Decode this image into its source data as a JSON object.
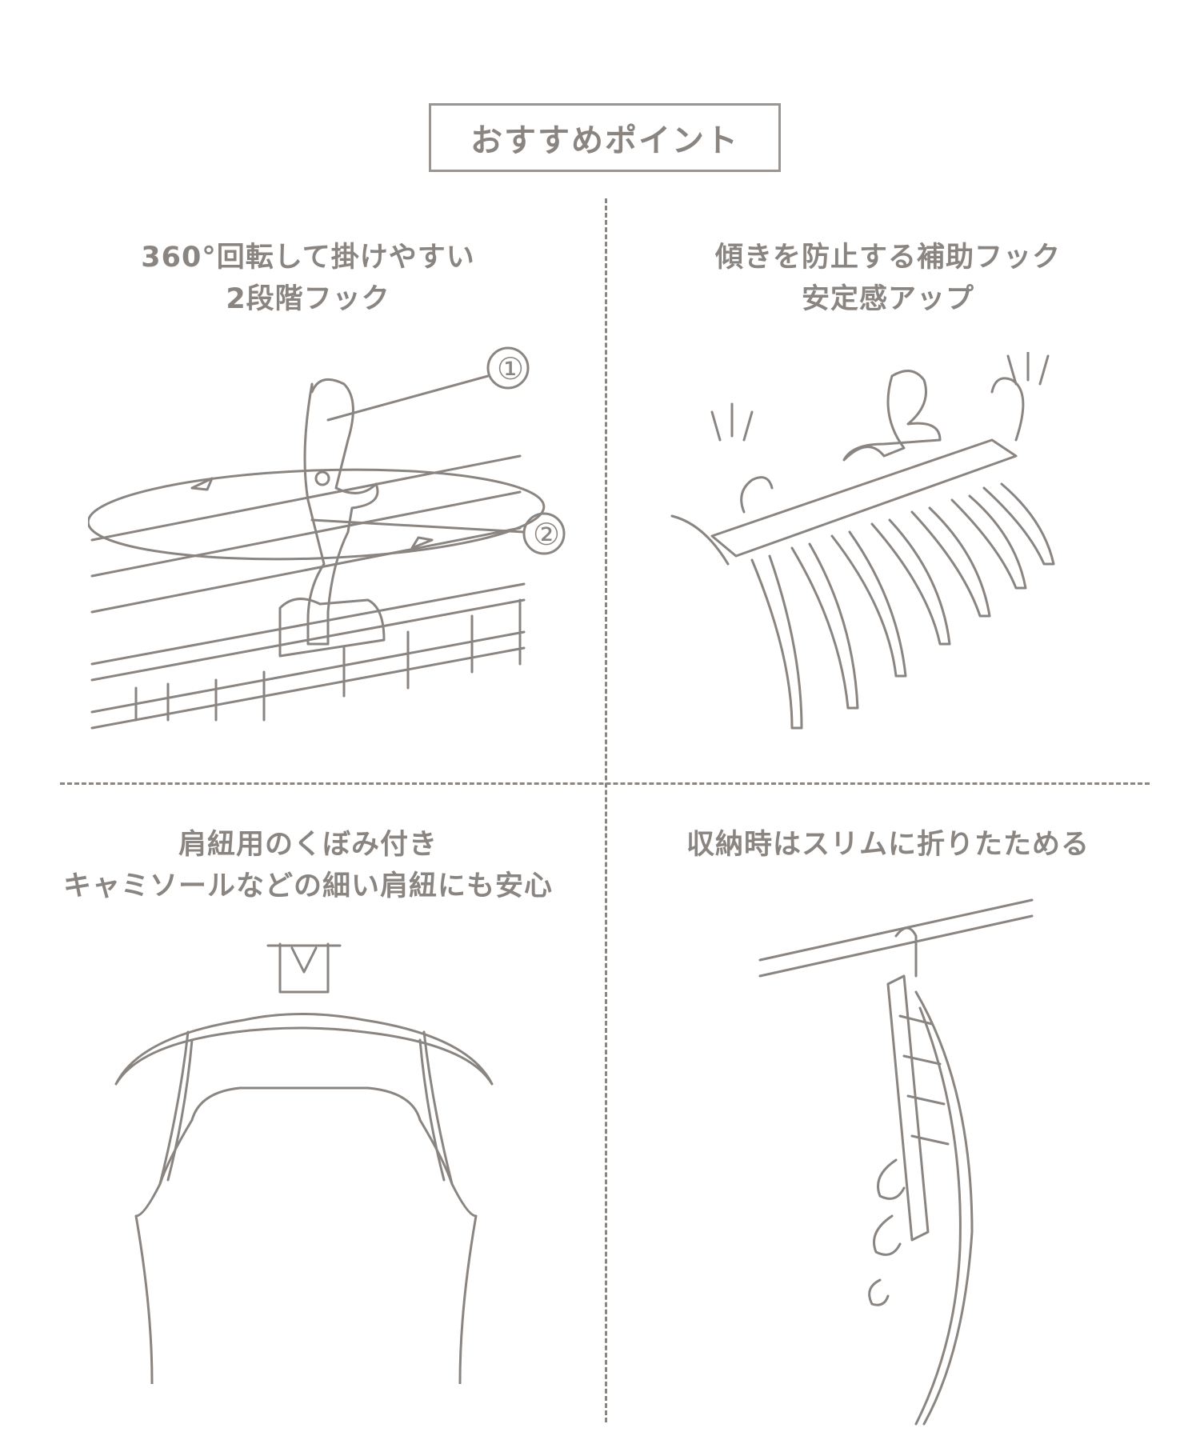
{
  "title": "おすすめポイント",
  "points": [
    {
      "lines": [
        "360°回転して掛けやすい",
        "2段階フック"
      ],
      "callouts": [
        "①",
        "②"
      ]
    },
    {
      "lines": [
        "傾きを防止する補助フック",
        "安定感アップ"
      ]
    },
    {
      "lines": [
        "肩紐用のくぼみ付き",
        "キャミソールなどの細い肩紐にも安心"
      ]
    },
    {
      "lines": [
        "収納時はスリムに折りたためる"
      ]
    }
  ],
  "colors": {
    "text": "#8a8581",
    "border": "#9a9590"
  }
}
